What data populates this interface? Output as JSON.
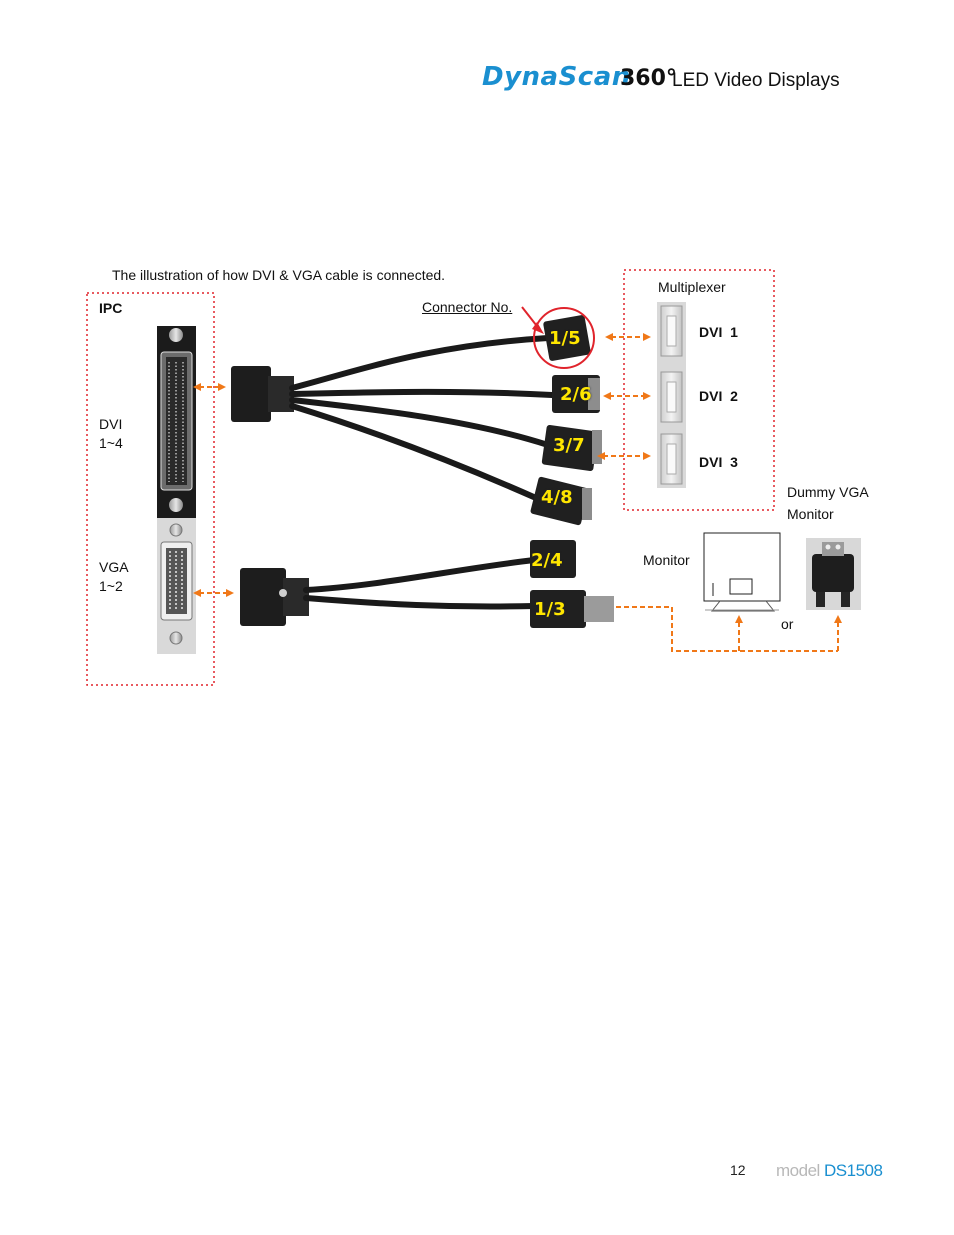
{
  "header": {
    "logo_text": "DynaScan",
    "logo_360": "360°",
    "tagline": "LED Video Displays"
  },
  "figure": {
    "caption": "The illustration of how DVI & VGA cable is connected.",
    "ipc_label": "IPC",
    "dvi_port_label": "DVI",
    "dvi_port_range": "1~4",
    "vga_port_label": "VGA",
    "vga_port_range": "1~2",
    "connector_no_label": "Connector No.",
    "dvi_connectors": [
      "1/5",
      "2/6",
      "3/7",
      "4/8"
    ],
    "vga_connectors": [
      "2/4",
      "1/3"
    ],
    "multiplexer_label": "Multiplexer",
    "multiplexer_ports": [
      "DVI  1",
      "DVI  2",
      "DVI  3"
    ],
    "dummy_vga_label_line1": "Dummy VGA",
    "dummy_vga_label_line2": "Monitor",
    "monitor_label": "Monitor",
    "or_label": "or",
    "colors": {
      "arrow": "#f07818",
      "dotted_box": "#e0242c",
      "highlight_circle": "#e0242c",
      "connector_label": "#ffe600"
    }
  },
  "footer": {
    "page_number": "12",
    "model_word": "model",
    "model_id": "DS1508"
  }
}
